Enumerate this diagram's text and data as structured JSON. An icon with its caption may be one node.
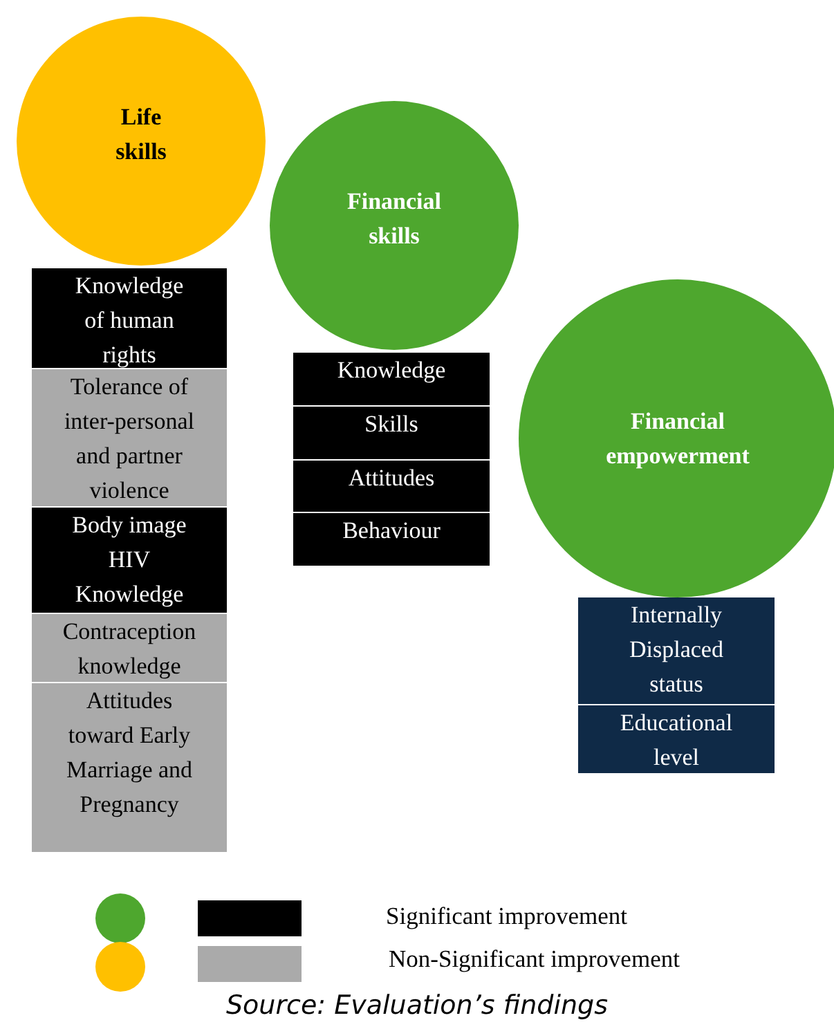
{
  "diagram": {
    "caption": "Source: Evaluation’s findings",
    "nodes": [
      {
        "text": [
          "Life skills"
        ]
      },
      {
        "text": [
          "Financial skills"
        ]
      },
      {
        "text": [
          "Knowledge of human rights"
        ]
      },
      {
        "text": [
          "Knowledge"
        ]
      },
      {
        "text": [
          "Financial empowerment"
        ]
      },
      {
        "text": [
          "Skills"
        ]
      },
      {
        "text": [
          "Tolerance of inter-personal and partner violence"
        ]
      },
      {
        "text": [
          "Attitudes"
        ]
      },
      {
        "text": [
          "Behaviour"
        ]
      },
      {
        "text": [
          "Body image HIV Knowledge"
        ]
      },
      {
        "text": [
          "Internally Displaced status"
        ]
      },
      {
        "text": [
          "Contraception knowledge"
        ]
      },
      {
        "text": [
          "Educational level"
        ]
      },
      {
        "text": [
          "Attitudes toward Early Marriage and Pregnancy"
        ]
      }
    ],
    "legend": [
      {
        "text": "Significant improvement",
        "color": "#000000"
      },
      {
        "text": "Non-Significant improvement",
        "color": "#aaaaaa"
      }
    ]
  }
}
